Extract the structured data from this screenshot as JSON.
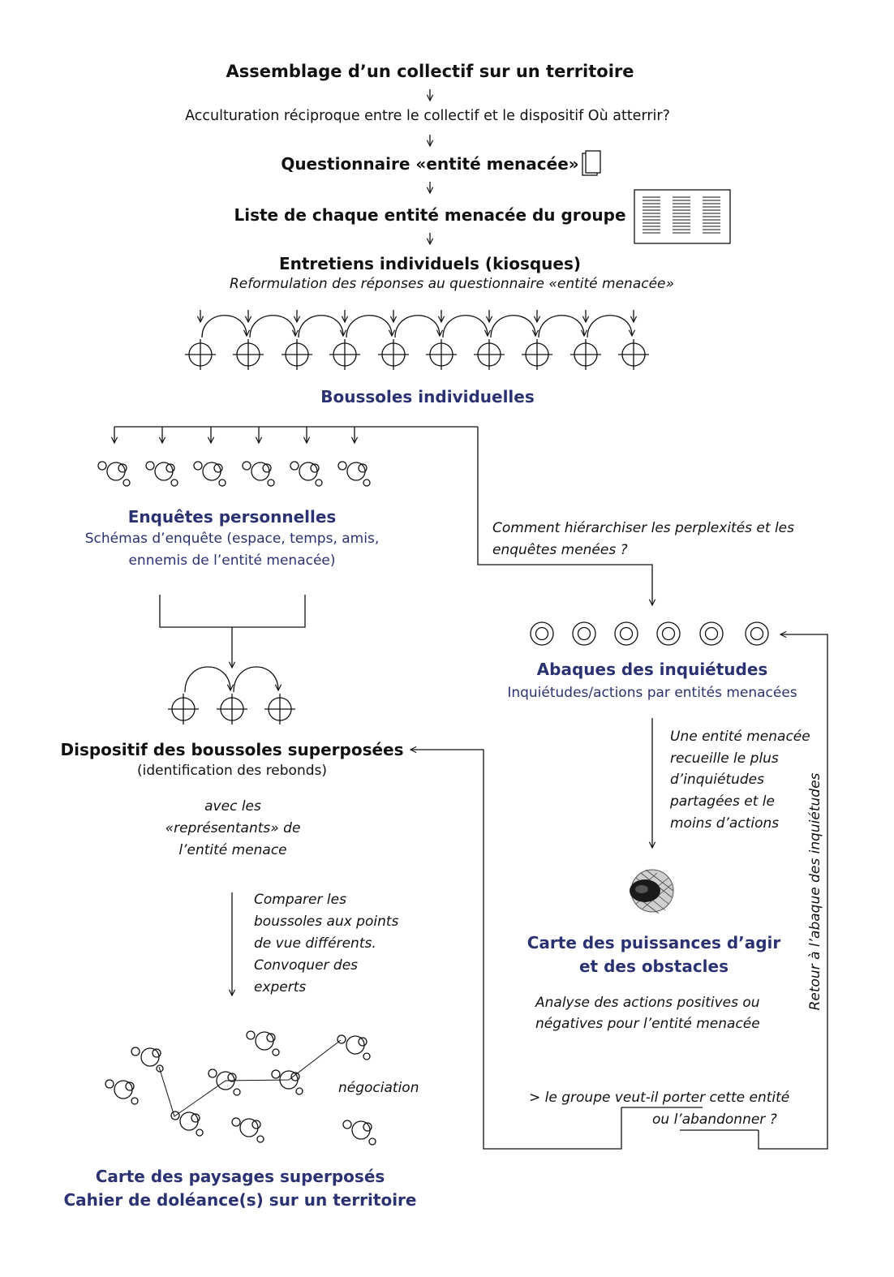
{
  "steps": {
    "assemblage": "Assemblage d’un collectif sur un territoire",
    "acculturation": "Acculturation réciproque entre le collectif et le dispositif Où atterrir?",
    "questionnaire": "Questionnaire «entité menacée»",
    "liste": "Liste de chaque entité menacée du groupe",
    "entretiens": "Entretiens individuels (kiosques)",
    "reformulation": "Reformulation des réponses au questionnaire «entité menacée»",
    "boussoles": "Boussoles individuelles"
  },
  "left": {
    "enquetes_title": "Enquêtes personnelles",
    "enquetes_sub1": "Schémas d’enquête (espace, temps, amis,",
    "enquetes_sub2": "ennemis de l’entité menacée)",
    "dispositif_title": "Dispositif des boussoles superposées",
    "dispositif_sub": "(identification des rebonds)",
    "avec_lines": [
      "avec les",
      "«représentants» de",
      "l’entité menace"
    ],
    "comparer_lines": [
      "Comparer les",
      "boussoles aux points",
      "de vue différents.",
      "Convoquer des",
      "experts"
    ],
    "negociation": "négociation",
    "carte_paysages_1": "Carte des paysages superposés",
    "carte_paysages_2": "Cahier de doléance(s) sur un territoire"
  },
  "right": {
    "comment_lines": [
      "Comment hiérarchiser les perplexités et les",
      "enquêtes menées ?"
    ],
    "abaques_title": "Abaques des inquiétudes",
    "abaques_sub": "Inquiétudes/actions par entités menacées",
    "une_entite_lines": [
      "Une entité menacée",
      "recueille le plus",
      "d’inquiétudes",
      "partagées et le",
      "moins d’actions"
    ],
    "carte_puissances_1": "Carte des puissances d’agir",
    "carte_puissances_2": "et des obstacles",
    "analyse_lines": [
      "Analyse des actions positives ou",
      "négatives pour l’entité menacée"
    ],
    "question_line1": "> le groupe veut-il porter cette entité",
    "question_line2": "ou l’abandonner ?",
    "retour_vertical": "Retour à l’abaque des inquiétudes"
  },
  "colors": {
    "accent_blue": "#2b3272",
    "ink": "#111111"
  }
}
